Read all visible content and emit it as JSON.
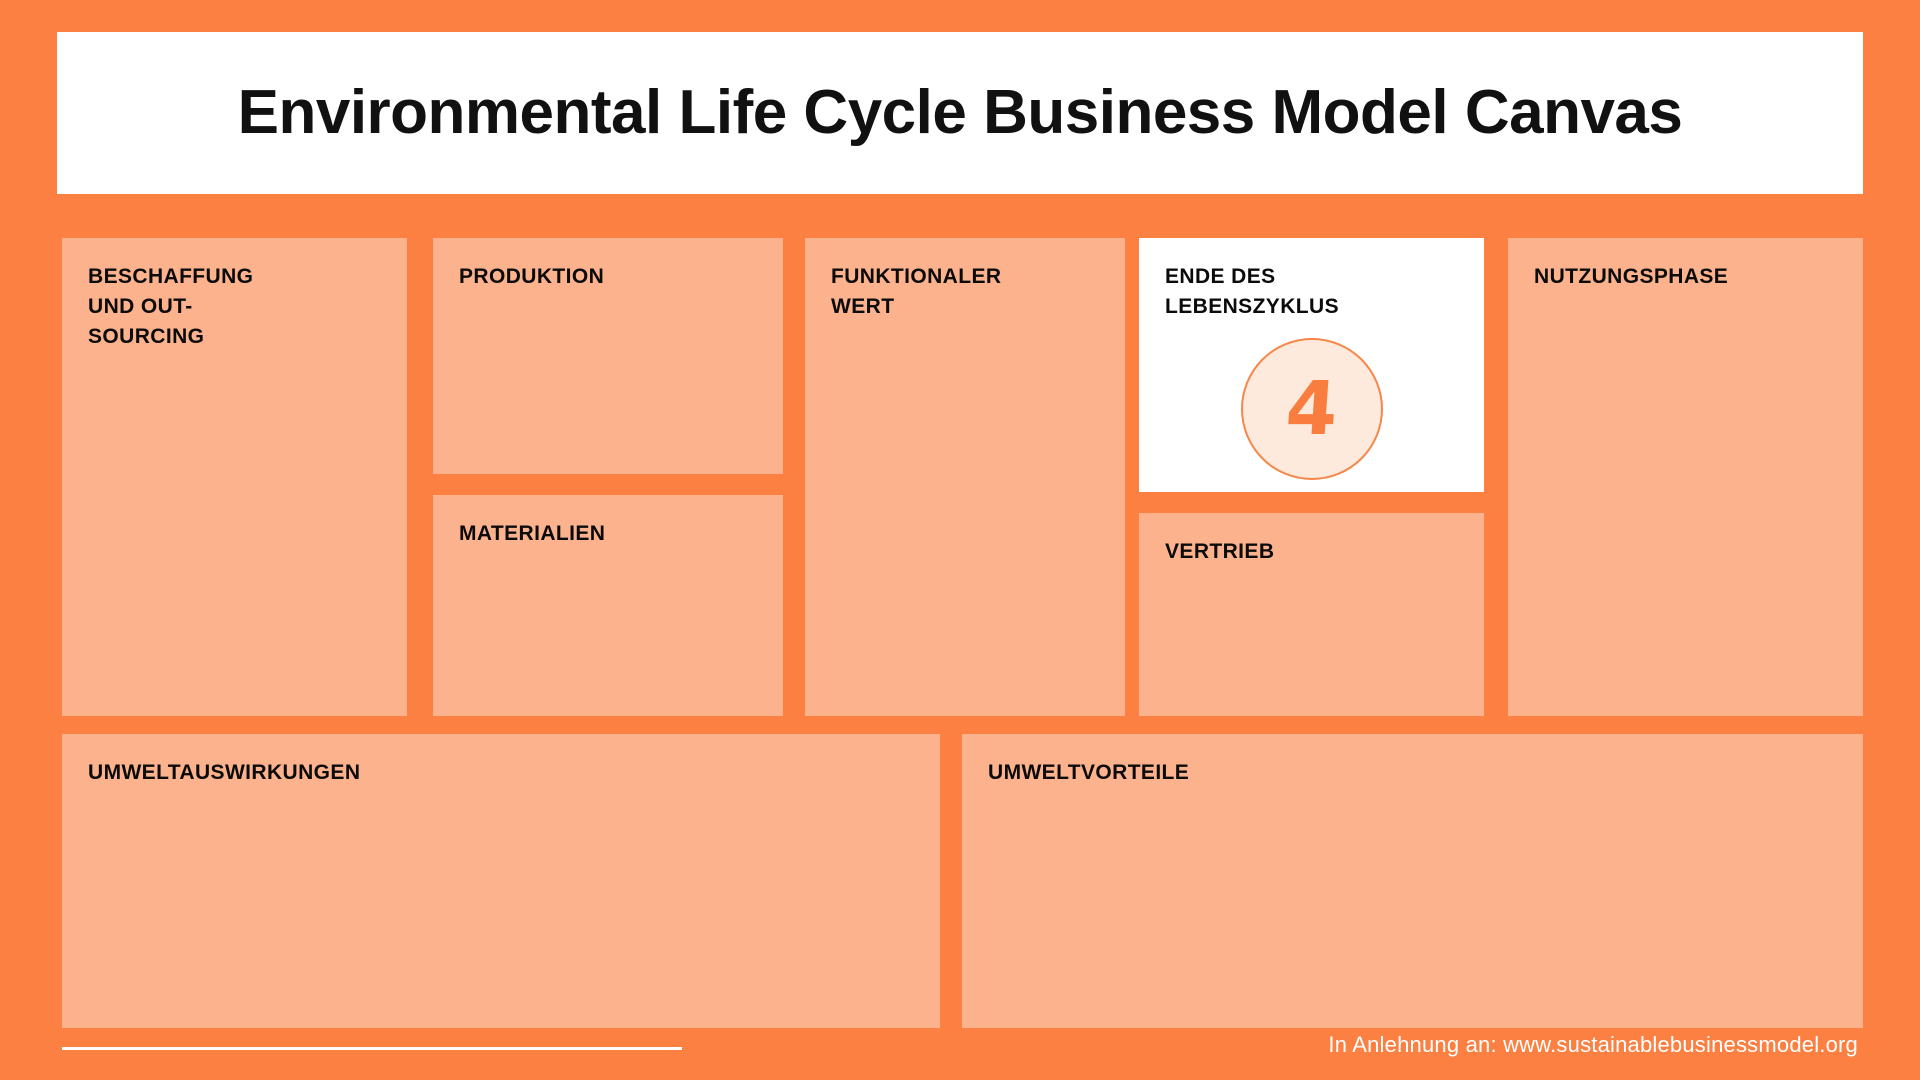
{
  "header": {
    "title": "Environmental Life Cycle Business Model Canvas"
  },
  "blocks": {
    "beschaffung": {
      "label": "BESCHAFFUNG\nUND OUT-\nSOURCING"
    },
    "produktion": {
      "label": "PRODUKTION"
    },
    "materialien": {
      "label": "MATERIALIEN"
    },
    "funktionaler_wert": {
      "label": "FUNKTIONALER\nWERT"
    },
    "ende_lebenszyklus": {
      "label": "ENDE DES\nLEBENSZYKLUS",
      "step_number": "4"
    },
    "vertrieb": {
      "label": "VERTRIEB"
    },
    "nutzungsphase": {
      "label": "NUTZUNGSPHASE"
    },
    "umweltauswirkungen": {
      "label": "UMWELTAUSWIRKUNGEN"
    },
    "umweltvorteile": {
      "label": "UMWELTVORTEILE"
    }
  },
  "footer": {
    "credit": "In Anlehnung an: www.sustainablebusinessmodel.org"
  },
  "colors": {
    "background": "#fb8042",
    "card": "#fcb28c",
    "card_highlight": "#ffffff",
    "title_bar": "#ffffff",
    "text": "#0b0b0b",
    "badge_fill": "#fdeadc",
    "badge_ring": "#f5874a",
    "badge_number": "#f97d3f",
    "footer_text": "#ffffff"
  }
}
